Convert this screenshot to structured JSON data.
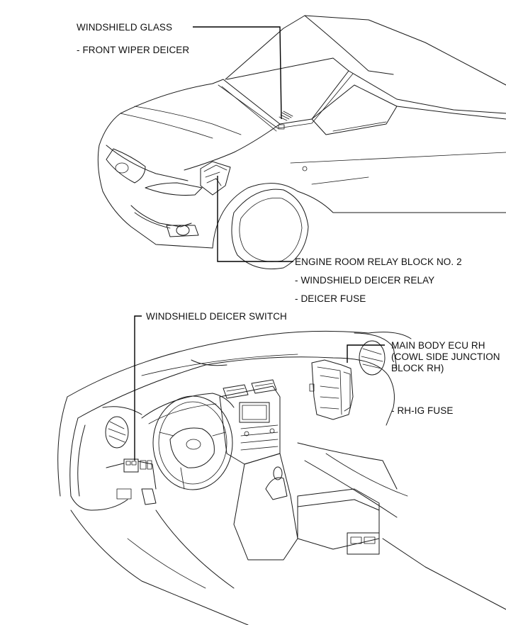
{
  "labels": {
    "windshield_glass": "WINDSHIELD GLASS",
    "front_wiper_deicer": "- FRONT WIPER DEICER",
    "engine_room_relay_block": "ENGINE ROOM RELAY BLOCK NO. 2",
    "windshield_deicer_relay": "- WINDSHIELD DEICER RELAY",
    "deicer_fuse": "- DEICER FUSE",
    "windshield_deicer_switch": "WINDSHIELD DEICER SWITCH",
    "main_body_ecu_rh": "MAIN BODY ECU RH",
    "cowl_side_junction": "(COWL SIDE JUNCTION",
    "block_rh": "BLOCK RH)",
    "rh_ig_fuse": "- RH-IG FUSE"
  },
  "colors": {
    "line": "#1a1a1a",
    "background": "#ffffff"
  }
}
